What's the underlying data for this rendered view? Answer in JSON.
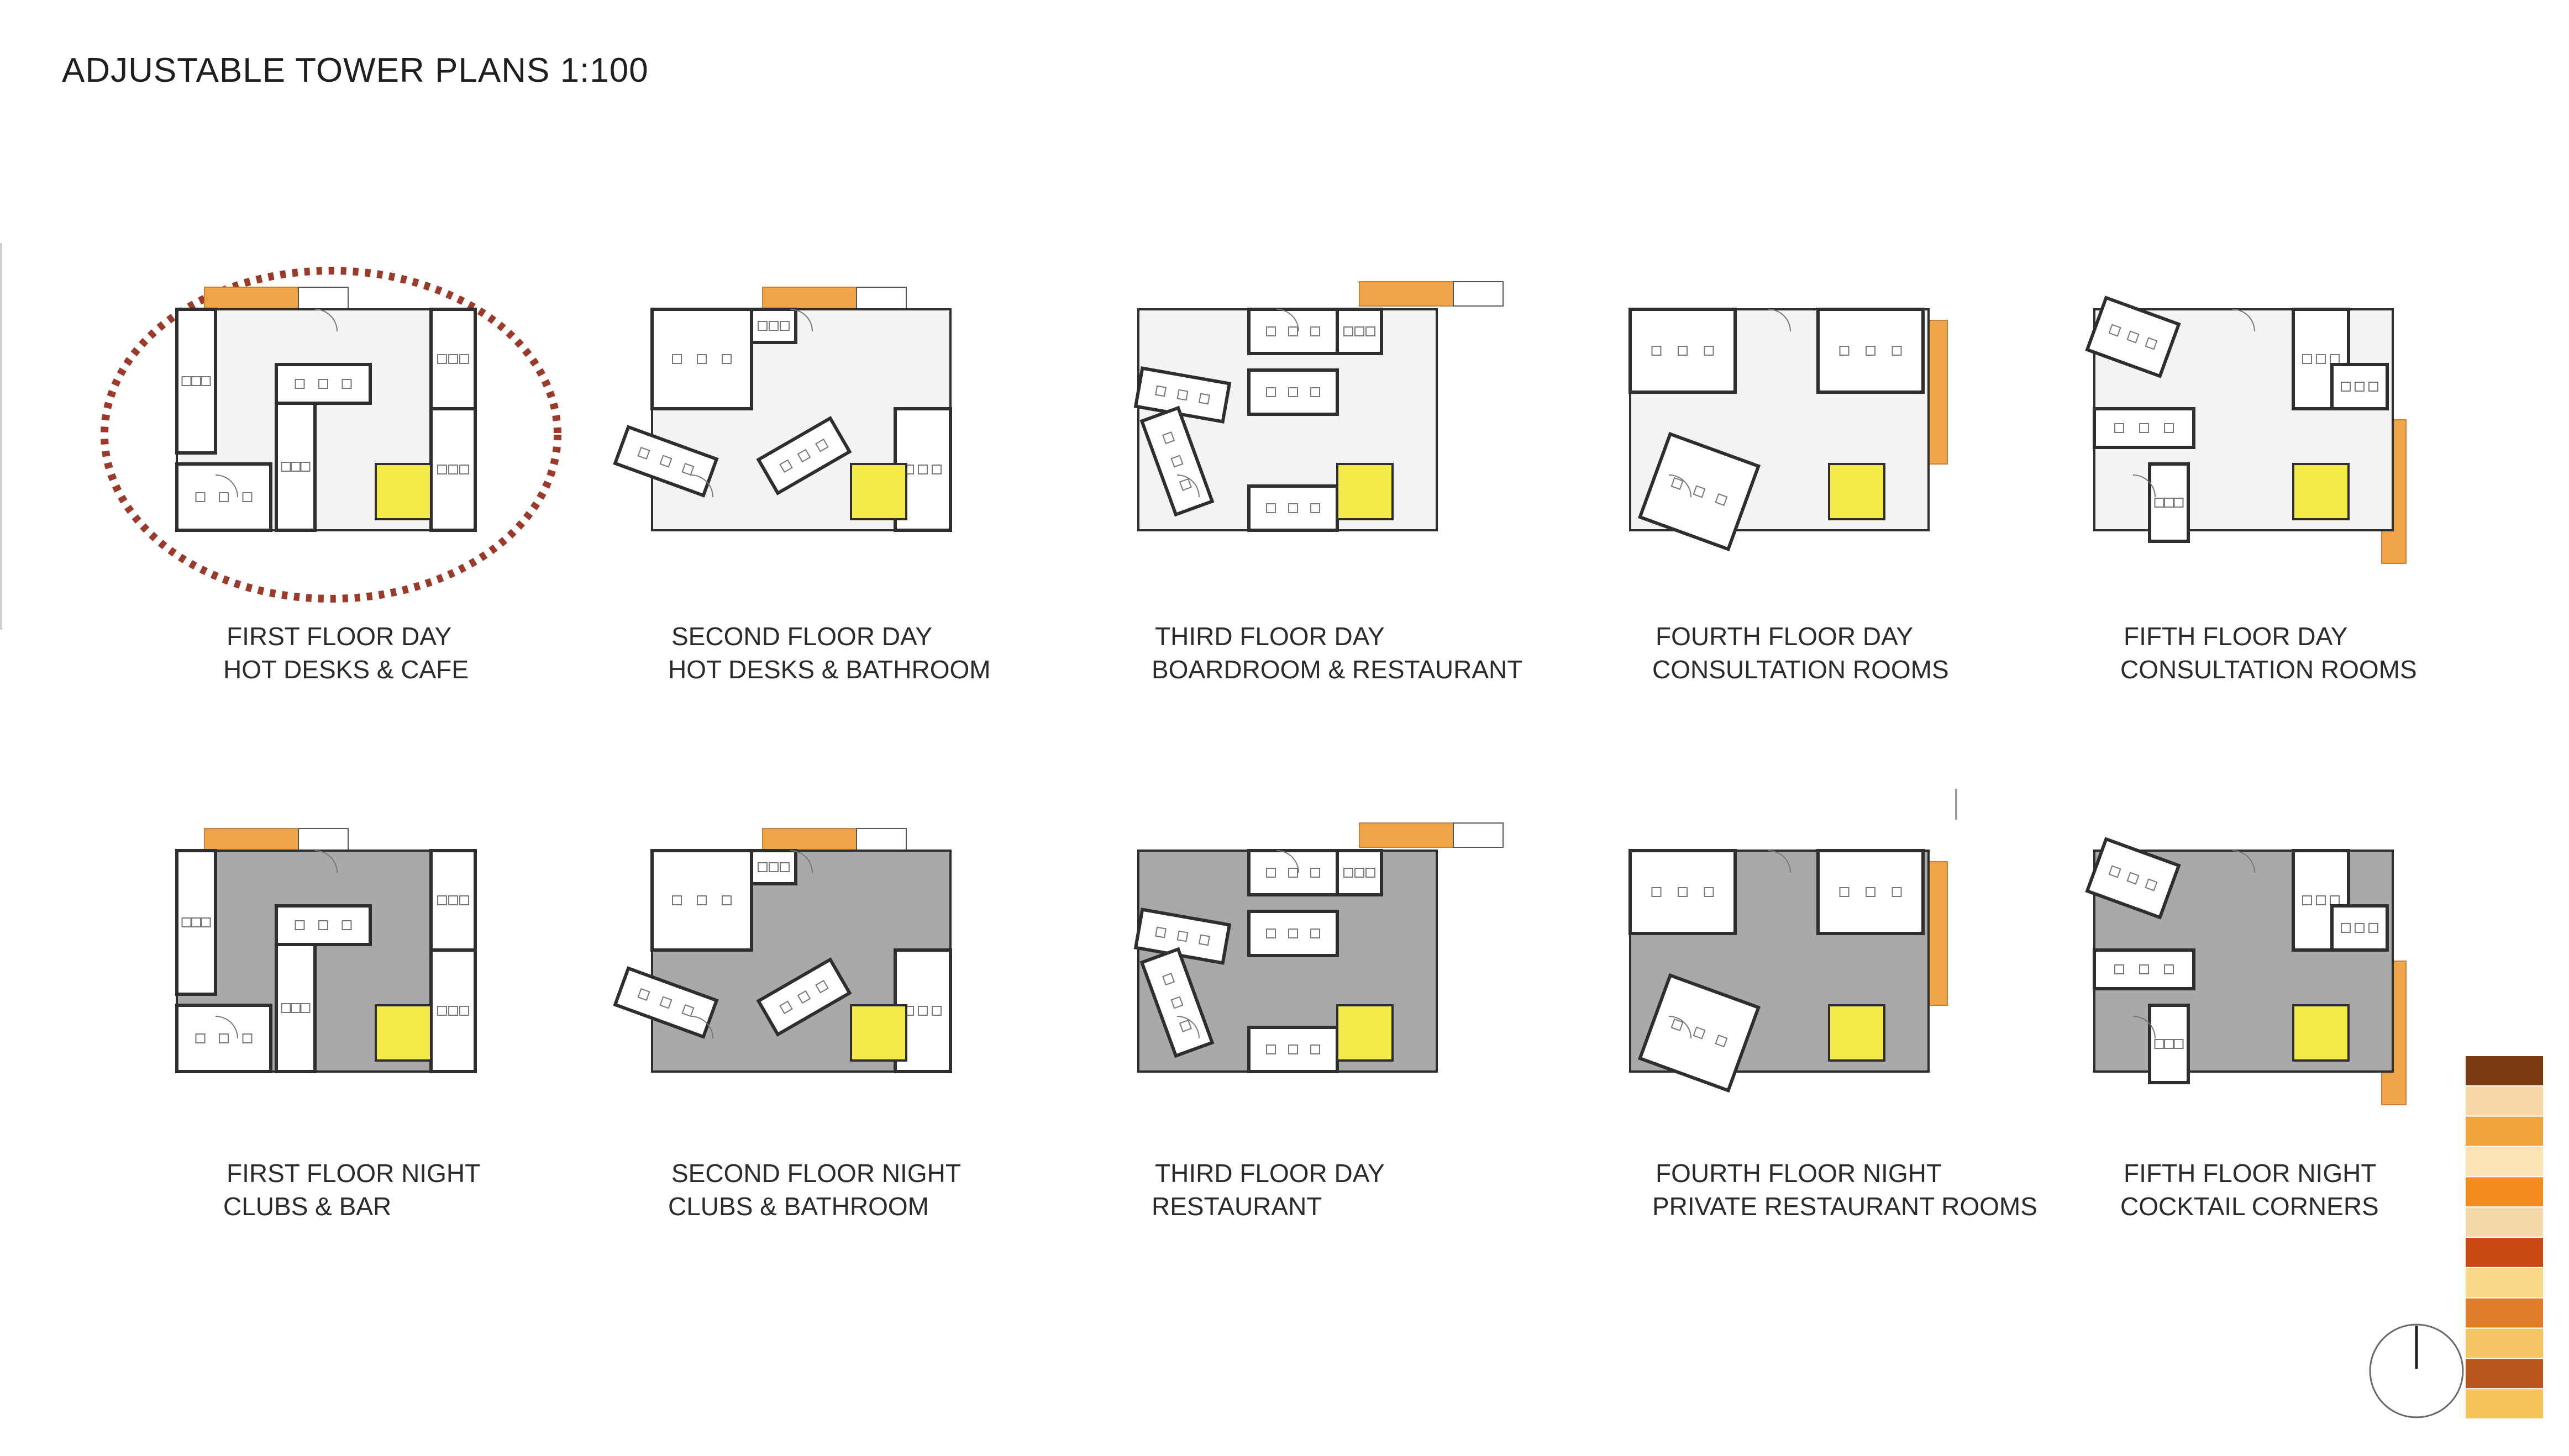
{
  "title": "ADJUSTABLE TOWER PLANS 1:100",
  "plans": [
    {
      "line1": "FIRST FLOOR DAY",
      "line2": "HOT DESKS & CAFE",
      "mode": "day",
      "highlighted": true
    },
    {
      "line1": "SECOND FLOOR DAY",
      "line2": "HOT DESKS & BATHROOM",
      "mode": "day"
    },
    {
      "line1": "THIRD FLOOR DAY",
      "line2": "BOARDROOM & RESTAURANT",
      "mode": "day"
    },
    {
      "line1": "FOURTH FLOOR DAY",
      "line2": "CONSULTATION ROOMS",
      "mode": "day"
    },
    {
      "line1": "FIFTH FLOOR DAY",
      "line2": "CONSULTATION ROOMS",
      "mode": "day"
    },
    {
      "line1": "FIRST FLOOR NIGHT",
      "line2": "CLUBS & BAR",
      "mode": "night"
    },
    {
      "line1": "SECOND FLOOR NIGHT",
      "line2": "CLUBS & BATHROOM",
      "mode": "night"
    },
    {
      "line1": "THIRD FLOOR DAY",
      "line2": "RESTAURANT",
      "mode": "night"
    },
    {
      "line1": "FOURTH FLOOR NIGHT",
      "line2": "PRIVATE RESTAURANT ROOMS",
      "mode": "night"
    },
    {
      "line1": "FIFTH FLOOR NIGHT",
      "line2": "COCKTAIL CORNERS",
      "mode": "night"
    }
  ],
  "colors": {
    "day_floor": "#f3f3f3",
    "night_floor": "#a9a9a9",
    "wall": "#2e2e2e",
    "core_yellow": "#f4ea4a",
    "stair_orange": "#f0a347",
    "highlight_ring": "#9b3a2a"
  },
  "swatch_colors": [
    "#7a3a12",
    "#f7d7a6",
    "#f2a23c",
    "#fbe3b4",
    "#f28c1e",
    "#f6d9a8",
    "#c84a12",
    "#f9d88a",
    "#e07d2a",
    "#f5c463",
    "#b8561c",
    "#f6c45a"
  ],
  "north_arrow": "north-arrow-icon"
}
